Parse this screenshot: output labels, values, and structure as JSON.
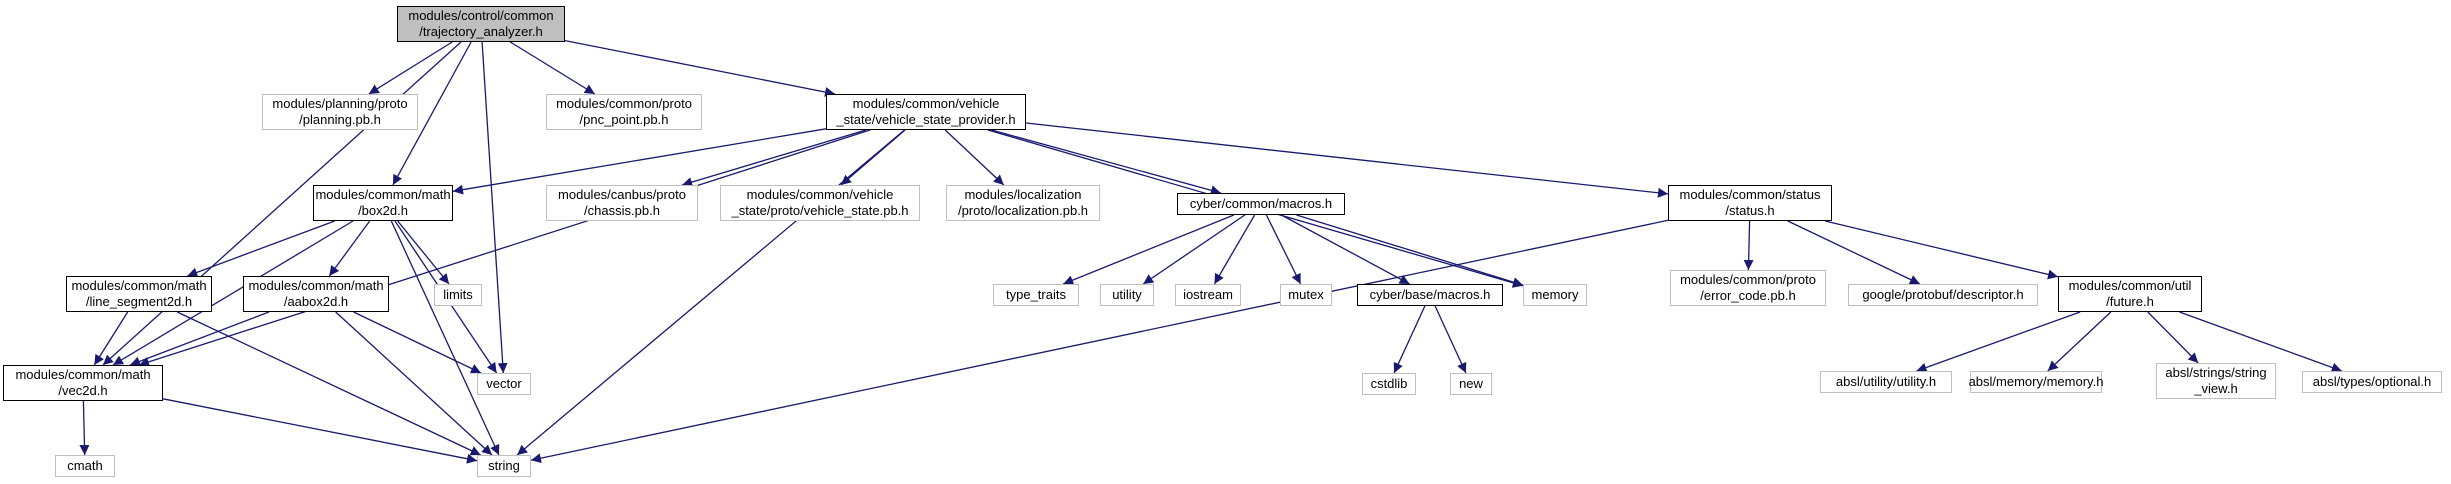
{
  "colors": {
    "edge": "#191970",
    "internal_border": "#000000",
    "external_border": "#bfbfbf",
    "root_fill": "#bfbfbf"
  },
  "nodes": {
    "trajectory_analyzer": {
      "label": "modules/control/common\n/trajectory_analyzer.h",
      "kind": "root"
    },
    "planning_pb": {
      "label": "modules/planning/proto\n/planning.pb.h",
      "kind": "external"
    },
    "pnc_point_pb": {
      "label": "modules/common/proto\n/pnc_point.pb.h",
      "kind": "external"
    },
    "vehicle_state_provider": {
      "label": "modules/common/vehicle\n_state/vehicle_state_provider.h",
      "kind": "internal"
    },
    "box2d": {
      "label": "modules/common/math\n/box2d.h",
      "kind": "internal"
    },
    "chassis_pb": {
      "label": "modules/canbus/proto\n/chassis.pb.h",
      "kind": "external"
    },
    "vehicle_state_pb": {
      "label": "modules/common/vehicle\n_state/proto/vehicle_state.pb.h",
      "kind": "external"
    },
    "localization_pb": {
      "label": "modules/localization\n/proto/localization.pb.h",
      "kind": "external"
    },
    "cyber_common_macros": {
      "label": "cyber/common/macros.h",
      "kind": "internal"
    },
    "status": {
      "label": "modules/common/status\n/status.h",
      "kind": "internal"
    },
    "line_segment2d": {
      "label": "modules/common/math\n/line_segment2d.h",
      "kind": "internal"
    },
    "aabox2d": {
      "label": "modules/common/math\n/aabox2d.h",
      "kind": "internal"
    },
    "limits": {
      "label": "limits",
      "kind": "external"
    },
    "type_traits": {
      "label": "type_traits",
      "kind": "external"
    },
    "utility": {
      "label": "utility",
      "kind": "external"
    },
    "iostream": {
      "label": "iostream",
      "kind": "external"
    },
    "mutex": {
      "label": "mutex",
      "kind": "external"
    },
    "cyber_base_macros": {
      "label": "cyber/base/macros.h",
      "kind": "internal"
    },
    "memory": {
      "label": "memory",
      "kind": "external"
    },
    "error_code_pb": {
      "label": "modules/common/proto\n/error_code.pb.h",
      "kind": "external"
    },
    "descriptor": {
      "label": "google/protobuf/descriptor.h",
      "kind": "external"
    },
    "future": {
      "label": "modules/common/util\n/future.h",
      "kind": "internal"
    },
    "vec2d": {
      "label": "modules/common/math\n/vec2d.h",
      "kind": "internal"
    },
    "vector": {
      "label": "vector",
      "kind": "external"
    },
    "cstdlib": {
      "label": "cstdlib",
      "kind": "external"
    },
    "new": {
      "label": "new",
      "kind": "external"
    },
    "absl_utility": {
      "label": "absl/utility/utility.h",
      "kind": "external"
    },
    "absl_memory": {
      "label": "absl/memory/memory.h",
      "kind": "external"
    },
    "absl_string_view": {
      "label": "absl/strings/string\n_view.h",
      "kind": "external"
    },
    "absl_optional": {
      "label": "absl/types/optional.h",
      "kind": "external"
    },
    "cmath": {
      "label": "cmath",
      "kind": "external"
    },
    "string": {
      "label": "string",
      "kind": "external"
    }
  },
  "edges": [
    [
      "trajectory_analyzer",
      "planning_pb"
    ],
    [
      "trajectory_analyzer",
      "pnc_point_pb"
    ],
    [
      "trajectory_analyzer",
      "vehicle_state_provider"
    ],
    [
      "trajectory_analyzer",
      "box2d"
    ],
    [
      "trajectory_analyzer",
      "vec2d"
    ],
    [
      "trajectory_analyzer",
      "vector"
    ],
    [
      "vehicle_state_provider",
      "box2d"
    ],
    [
      "vehicle_state_provider",
      "vec2d"
    ],
    [
      "vehicle_state_provider",
      "chassis_pb"
    ],
    [
      "vehicle_state_provider",
      "vehicle_state_pb"
    ],
    [
      "vehicle_state_provider",
      "localization_pb"
    ],
    [
      "vehicle_state_provider",
      "cyber_common_macros"
    ],
    [
      "vehicle_state_provider",
      "status"
    ],
    [
      "vehicle_state_provider",
      "memory"
    ],
    [
      "vehicle_state_provider",
      "string"
    ],
    [
      "box2d",
      "line_segment2d"
    ],
    [
      "box2d",
      "aabox2d"
    ],
    [
      "box2d",
      "limits"
    ],
    [
      "box2d",
      "vec2d"
    ],
    [
      "box2d",
      "vector"
    ],
    [
      "box2d",
      "string"
    ],
    [
      "line_segment2d",
      "vec2d"
    ],
    [
      "line_segment2d",
      "string"
    ],
    [
      "aabox2d",
      "vec2d"
    ],
    [
      "aabox2d",
      "vector"
    ],
    [
      "aabox2d",
      "string"
    ],
    [
      "vec2d",
      "cmath"
    ],
    [
      "vec2d",
      "string"
    ],
    [
      "cyber_common_macros",
      "type_traits"
    ],
    [
      "cyber_common_macros",
      "utility"
    ],
    [
      "cyber_common_macros",
      "iostream"
    ],
    [
      "cyber_common_macros",
      "mutex"
    ],
    [
      "cyber_common_macros",
      "cyber_base_macros"
    ],
    [
      "cyber_common_macros",
      "memory"
    ],
    [
      "cyber_base_macros",
      "cstdlib"
    ],
    [
      "cyber_base_macros",
      "new"
    ],
    [
      "status",
      "error_code_pb"
    ],
    [
      "status",
      "descriptor"
    ],
    [
      "status",
      "future"
    ],
    [
      "status",
      "string"
    ],
    [
      "future",
      "absl_utility"
    ],
    [
      "future",
      "absl_memory"
    ],
    [
      "future",
      "absl_string_view"
    ],
    [
      "future",
      "absl_optional"
    ]
  ]
}
